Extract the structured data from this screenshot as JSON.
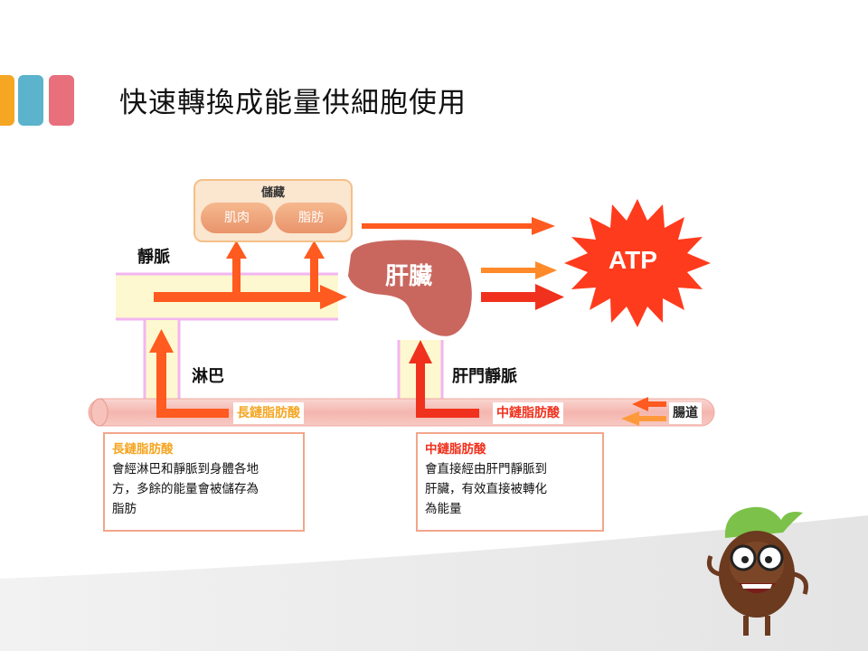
{
  "title": "快速轉換成能量供細胞使用",
  "colors": {
    "bar1": "#f5a623",
    "bar2": "#5bb3cc",
    "bar3": "#e8707d",
    "arrow": "#ff5a1f",
    "arrow_red": "#f0311d",
    "atp": "#ff3b1d",
    "liver": "#c9675f"
  },
  "diagram": {
    "storage": {
      "title": "儲藏",
      "items": [
        "肌肉",
        "脂肪"
      ]
    },
    "vein_label": "靜脈",
    "liver_label": "肝臟",
    "atp_label": "ATP",
    "lymph_label": "淋巴",
    "portal_label": "肝門靜脈",
    "intestine_label": "腸道",
    "long_chain_tag": "長鏈脂肪酸",
    "medium_chain_tag": "中鏈脂肪酸"
  },
  "info_boxes": {
    "long": {
      "heading": "長鏈脂肪酸",
      "lines": [
        "會經淋巴和靜脈到身體各地",
        "方，多餘的能量會被儲存為",
        "脂肪"
      ]
    },
    "medium": {
      "heading": "中鏈脂肪酸",
      "lines": [
        "會直接經由肝門靜脈到",
        "肝臟，有效直接被轉化",
        "為能量"
      ]
    }
  },
  "mascot": "nut-mascot"
}
